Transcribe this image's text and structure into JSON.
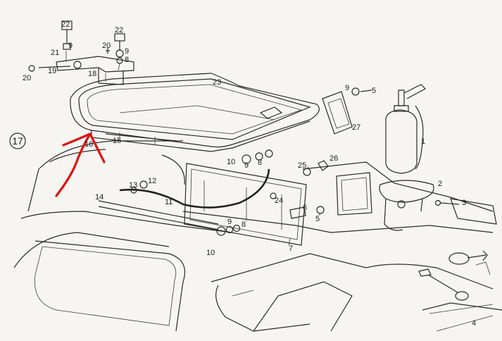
{
  "figure": {
    "number": "17"
  },
  "callouts": [
    "22",
    "9",
    "22",
    "20",
    "9",
    "8",
    "21",
    "19",
    "20",
    "18",
    "23",
    "9",
    "5",
    "27",
    "1",
    "15",
    "16",
    "10",
    "9",
    "8",
    "25",
    "26",
    "13",
    "12",
    "2",
    "3",
    "14",
    "11",
    "24",
    "6",
    "5",
    "9",
    "8",
    "10",
    "7",
    "4"
  ],
  "colors": {
    "paper": "#f7f5f1",
    "ink": "#2a2a2a",
    "annotation": "#e01010"
  }
}
